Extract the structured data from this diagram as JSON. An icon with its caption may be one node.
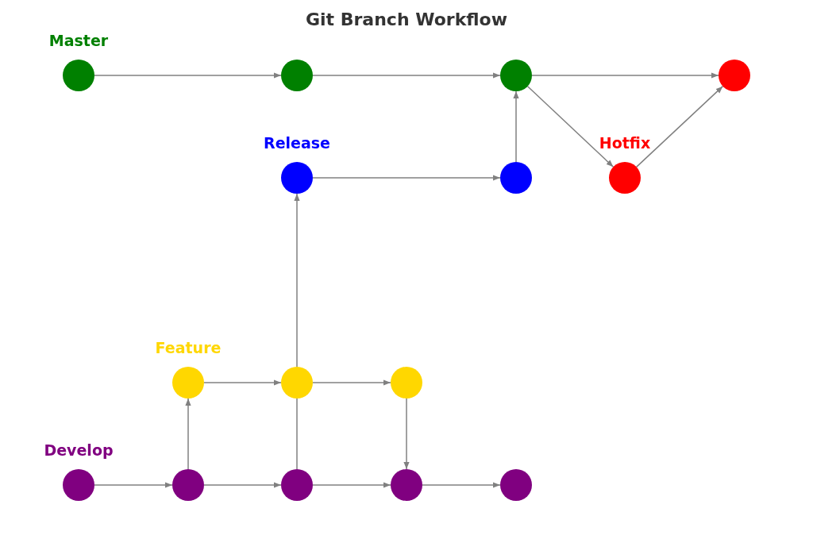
{
  "diagram": {
    "title": "Git Branch Workflow",
    "nodes": [
      {
        "text": [],
        "shape": "circle",
        "beside": [
          "Master"
        ]
      },
      {
        "text": [],
        "shape": "circle"
      },
      {
        "text": [],
        "shape": "circle"
      },
      {
        "text": [],
        "shape": "circle"
      },
      {
        "text": [],
        "shape": "circle",
        "beside": [
          "Release"
        ]
      },
      {
        "text": [],
        "shape": "circle"
      },
      {
        "text": [],
        "shape": "circle",
        "beside": [
          "Hotfix"
        ]
      },
      {
        "text": [],
        "shape": "circle",
        "beside": [
          "Feature"
        ]
      },
      {
        "text": [],
        "shape": "circle"
      },
      {
        "text": [],
        "shape": "circle"
      },
      {
        "text": [],
        "shape": "circle",
        "beside": [
          "Develop"
        ]
      },
      {
        "text": [],
        "shape": "circle"
      },
      {
        "text": [],
        "shape": "circle"
      },
      {
        "text": [],
        "shape": "circle"
      },
      {
        "text": [],
        "shape": "circle"
      }
    ],
    "edges": [
      {
        "from": 0,
        "to": 1,
        "arrow": "to"
      },
      {
        "from": 1,
        "to": 2,
        "arrow": "to"
      },
      {
        "from": 2,
        "to": 3,
        "arrow": "to"
      },
      {
        "from": 4,
        "to": 5,
        "arrow": "to"
      },
      {
        "from": 5,
        "to": 2,
        "arrow": "to"
      },
      {
        "from": 2,
        "to": 6,
        "arrow": "to"
      },
      {
        "from": 6,
        "to": 3,
        "arrow": "to"
      },
      {
        "from": 7,
        "to": 8,
        "arrow": "to"
      },
      {
        "from": 8,
        "to": 9,
        "arrow": "to"
      },
      {
        "from": 11,
        "to": 7,
        "arrow": "to"
      },
      {
        "from": 12,
        "to": 8,
        "arrow": "none"
      },
      {
        "from": 8,
        "to": 4,
        "arrow": "to"
      },
      {
        "from": 9,
        "to": 13,
        "arrow": "to"
      },
      {
        "from": 10,
        "to": 11,
        "arrow": "to"
      },
      {
        "from": 11,
        "to": 12,
        "arrow": "to"
      },
      {
        "from": 12,
        "to": 13,
        "arrow": "to"
      },
      {
        "from": 13,
        "to": 14,
        "arrow": "to"
      }
    ]
  }
}
